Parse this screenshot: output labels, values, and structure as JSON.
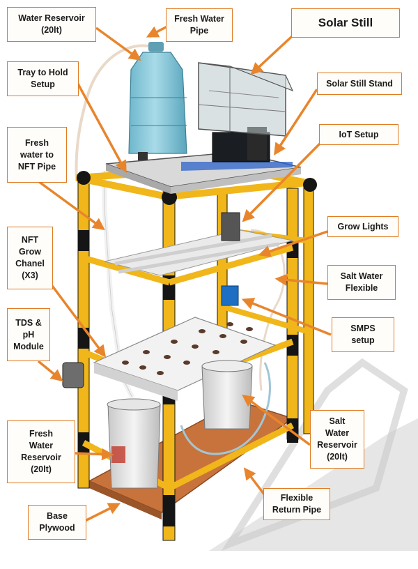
{
  "labels": {
    "water_reservoir": [
      "Water Reservoir",
      "(20lt)"
    ],
    "fresh_water_pipe": [
      "Fresh Water",
      "Pipe"
    ],
    "solar_still": [
      "Solar Still"
    ],
    "tray": [
      "Tray to Hold",
      "Setup"
    ],
    "solar_still_stand": [
      "Solar Still Stand"
    ],
    "iot_setup": [
      "IoT Setup"
    ],
    "fresh_to_nft": [
      "Fresh",
      "water to",
      "NFT Pipe"
    ],
    "grow_lights": [
      "Grow Lights"
    ],
    "nft_channel": [
      "NFT",
      "Grow",
      "Chanel",
      "(X3)"
    ],
    "salt_water_flexible": [
      "Salt Water",
      "Flexible"
    ],
    "tds_ph": [
      "TDS &",
      "pH",
      "Module"
    ],
    "smps": [
      "SMPS",
      "setup"
    ],
    "fresh_reservoir": [
      "Fresh",
      "Water",
      "Reservoir",
      "(20lt)"
    ],
    "salt_reservoir": [
      "Salt",
      "Water",
      "Reservoir",
      "(20lt)"
    ],
    "return_pipe": [
      "Flexible",
      "Return Pipe"
    ],
    "base_plywood": [
      "Base",
      "Plywood"
    ]
  },
  "colors": {
    "frame_yellow": "#f0b61a",
    "frame_black": "#151515",
    "arrow_orange": "#e8852c",
    "label_border": "#e07b22",
    "plywood": "#c8733c",
    "glass": "#9fb3b8",
    "water_bottle": "#7fc2d4"
  }
}
